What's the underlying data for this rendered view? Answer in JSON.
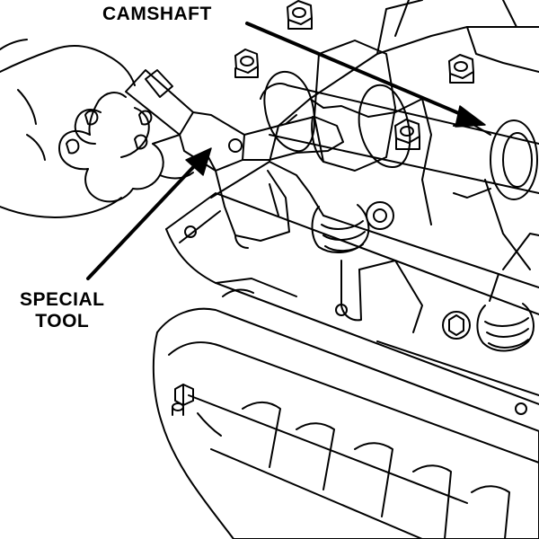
{
  "labels": {
    "camshaft": "CAMSHAFT",
    "special_tool_line1": "SPECIAL",
    "special_tool_line2": "TOOL"
  },
  "colors": {
    "line": "#000000",
    "background": "#ffffff"
  }
}
